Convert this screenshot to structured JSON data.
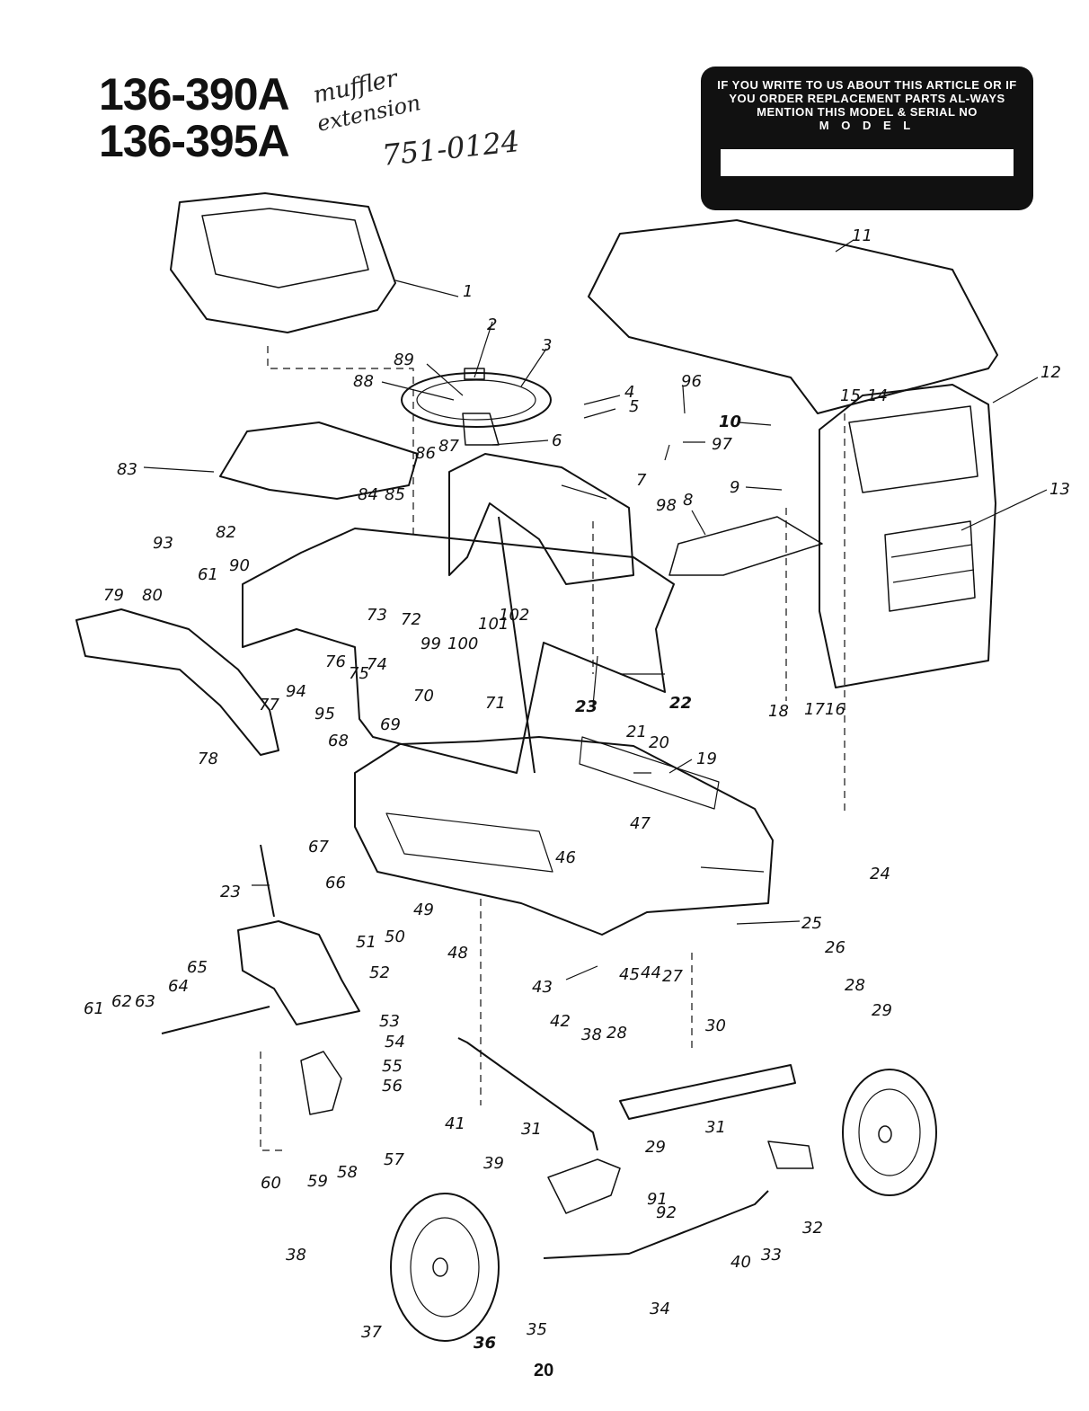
{
  "header": {
    "model_numbers": [
      "136-390A",
      "136-395A"
    ],
    "handwritten_notes": [
      "muffler",
      "extension",
      "751-0124"
    ]
  },
  "notice": {
    "text": "IF YOU WRITE TO US ABOUT THIS ARTICLE OR IF YOU ORDER REPLACEMENT PARTS AL-WAYS MENTION THIS MODEL & SERIAL NO",
    "model_label": "M O D E L"
  },
  "page_number": "20",
  "part_labels": [
    "1",
    "2",
    "3",
    "4",
    "5",
    "6",
    "7",
    "8",
    "9",
    "10",
    "11",
    "12",
    "13",
    "14",
    "15",
    "16",
    "17",
    "18",
    "19",
    "20",
    "21",
    "22",
    "23",
    "23",
    "24",
    "25",
    "26",
    "27",
    "28",
    "28",
    "29",
    "29",
    "30",
    "31",
    "31",
    "32",
    "33",
    "34",
    "35",
    "36",
    "37",
    "38",
    "38",
    "39",
    "40",
    "41",
    "42",
    "43",
    "44",
    "45",
    "46",
    "47",
    "48",
    "49",
    "50",
    "51",
    "52",
    "53",
    "54",
    "55",
    "56",
    "57",
    "58",
    "59",
    "60",
    "61",
    "61",
    "62",
    "63",
    "64",
    "65",
    "66",
    "67",
    "68",
    "69",
    "70",
    "71",
    "72",
    "73",
    "74",
    "75",
    "76",
    "77",
    "78",
    "79",
    "80",
    "82",
    "83",
    "84",
    "85",
    "86",
    "87",
    "88",
    "89",
    "90",
    "91",
    "92",
    "93",
    "94",
    "95",
    "96",
    "97",
    "98",
    "99",
    "100",
    "101",
    "102"
  ]
}
